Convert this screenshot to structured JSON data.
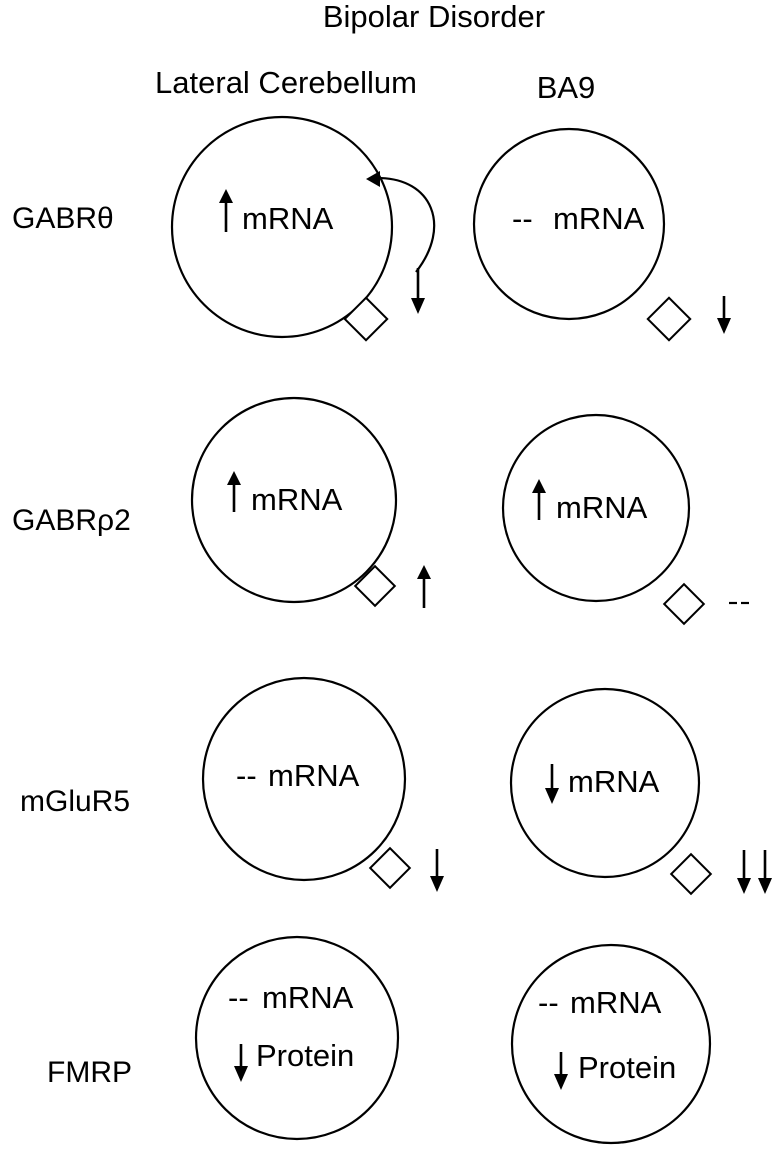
{
  "header": {
    "title": "Bipolar Disorder",
    "col_left": "Lateral Cerebellum",
    "col_right": "BA9"
  },
  "rows": [
    {
      "label": "GABRθ",
      "left": {
        "lines": [
          {
            "mark": "up",
            "text": "mRNA"
          }
        ],
        "receptor": "down",
        "feedback_arrow": true
      },
      "right": {
        "lines": [
          {
            "mark": "dash",
            "text": "mRNA"
          }
        ],
        "receptor": "down"
      }
    },
    {
      "label": "GABRρ2",
      "left": {
        "lines": [
          {
            "mark": "up",
            "text": "mRNA"
          }
        ],
        "receptor": "up"
      },
      "right": {
        "lines": [
          {
            "mark": "up",
            "text": "mRNA"
          }
        ],
        "receptor": "nochange"
      }
    },
    {
      "label": "mGluR5",
      "left": {
        "lines": [
          {
            "mark": "dash",
            "text": "mRNA"
          }
        ],
        "receptor": "down"
      },
      "right": {
        "lines": [
          {
            "mark": "down",
            "text": "mRNA"
          }
        ],
        "receptor": "double-down"
      }
    },
    {
      "label": "FMRP",
      "left": {
        "lines": [
          {
            "mark": "dash",
            "text": "mRNA"
          },
          {
            "mark": "down",
            "text": "Protein"
          }
        ]
      },
      "right": {
        "lines": [
          {
            "mark": "dash",
            "text": "mRNA"
          },
          {
            "mark": "down",
            "text": "Protein"
          }
        ]
      }
    }
  ],
  "marks": {
    "dash": "--"
  }
}
